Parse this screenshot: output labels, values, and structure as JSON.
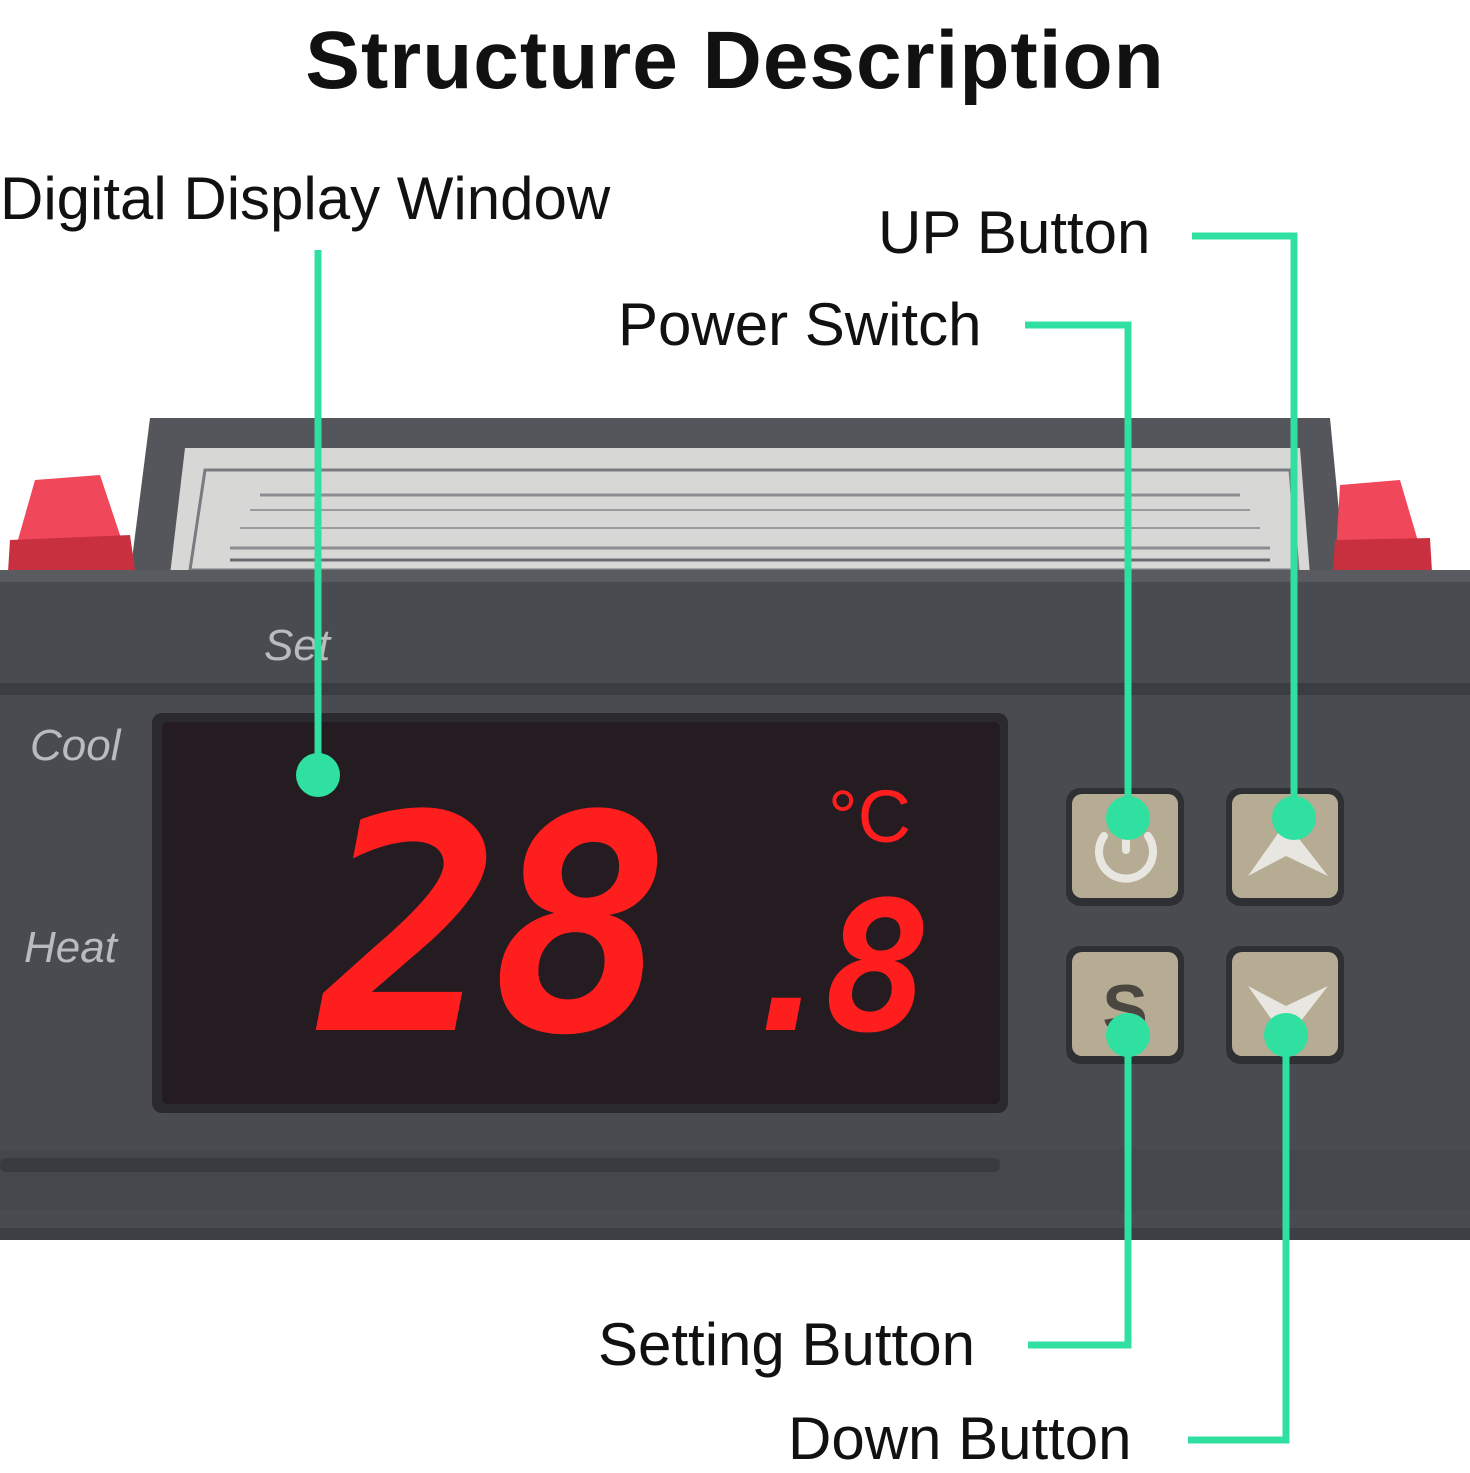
{
  "title": "Structure Description",
  "callouts": {
    "display": "Digital Display Window",
    "up": "UP Button",
    "power": "Power Switch",
    "setting": "Setting Button",
    "down": "Down Button"
  },
  "panel": {
    "set_label": "Set",
    "cool_label": "Cool",
    "heat_label": "Heat"
  },
  "display": {
    "big_digits": "28",
    "decimal": ".8",
    "unit": "°C"
  },
  "buttons": {
    "power_icon": "power-icon",
    "setting_letter": "S",
    "up_icon": "chevron-up-icon",
    "down_icon": "chevron-down-icon"
  },
  "colors": {
    "callout_line": "#2fe0a0",
    "led": "#ff1e1e",
    "panel": "#4a4b50",
    "button": "#b5ac93",
    "clip": "#f0475a"
  }
}
